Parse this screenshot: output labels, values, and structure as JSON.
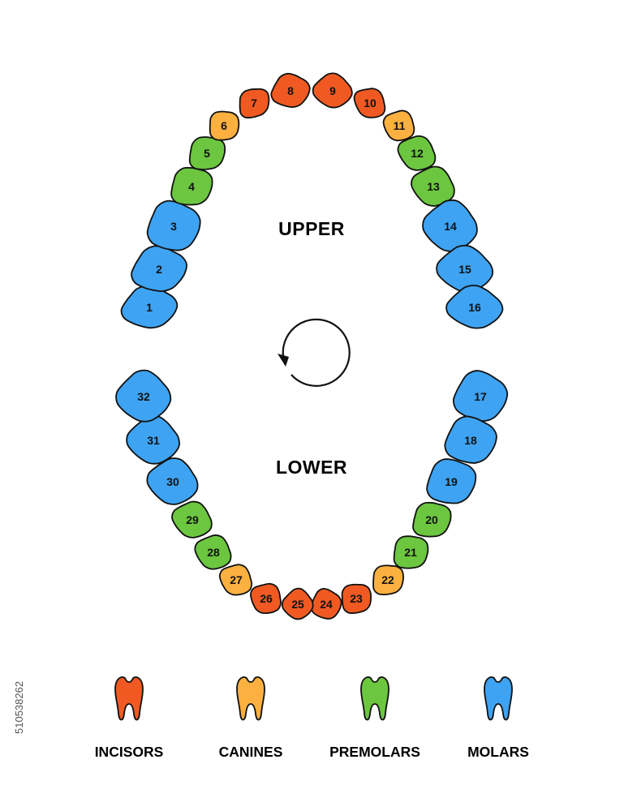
{
  "diagram": {
    "upper_label": "UPPER",
    "lower_label": "LOWER",
    "stock_id": "510538262"
  },
  "colors": {
    "incisors": "#f05a22",
    "canines": "#fbb040",
    "premolars": "#6cc640",
    "molars": "#3ea3f2",
    "outline": "#111111"
  },
  "teeth": [
    {
      "number": "1",
      "type": "molars"
    },
    {
      "number": "2",
      "type": "molars"
    },
    {
      "number": "3",
      "type": "molars"
    },
    {
      "number": "4",
      "type": "premolars"
    },
    {
      "number": "5",
      "type": "premolars"
    },
    {
      "number": "6",
      "type": "canines"
    },
    {
      "number": "7",
      "type": "incisors"
    },
    {
      "number": "8",
      "type": "incisors"
    },
    {
      "number": "9",
      "type": "incisors"
    },
    {
      "number": "10",
      "type": "incisors"
    },
    {
      "number": "11",
      "type": "canines"
    },
    {
      "number": "12",
      "type": "premolars"
    },
    {
      "number": "13",
      "type": "premolars"
    },
    {
      "number": "14",
      "type": "molars"
    },
    {
      "number": "15",
      "type": "molars"
    },
    {
      "number": "16",
      "type": "molars"
    },
    {
      "number": "17",
      "type": "molars"
    },
    {
      "number": "18",
      "type": "molars"
    },
    {
      "number": "19",
      "type": "molars"
    },
    {
      "number": "20",
      "type": "premolars"
    },
    {
      "number": "21",
      "type": "premolars"
    },
    {
      "number": "22",
      "type": "canines"
    },
    {
      "number": "23",
      "type": "incisors"
    },
    {
      "number": "24",
      "type": "incisors"
    },
    {
      "number": "25",
      "type": "incisors"
    },
    {
      "number": "26",
      "type": "incisors"
    },
    {
      "number": "27",
      "type": "canines"
    },
    {
      "number": "28",
      "type": "premolars"
    },
    {
      "number": "29",
      "type": "premolars"
    },
    {
      "number": "30",
      "type": "molars"
    },
    {
      "number": "31",
      "type": "molars"
    },
    {
      "number": "32",
      "type": "molars"
    }
  ],
  "legend": [
    {
      "type": "incisors",
      "label": "INCISORS",
      "icon": "tooth-icon"
    },
    {
      "type": "canines",
      "label": "CANINES",
      "icon": "tooth-icon"
    },
    {
      "type": "premolars",
      "label": "PREMOLARS",
      "icon": "tooth-icon"
    },
    {
      "type": "molars",
      "label": "MOLARS",
      "icon": "tooth-icon"
    }
  ]
}
